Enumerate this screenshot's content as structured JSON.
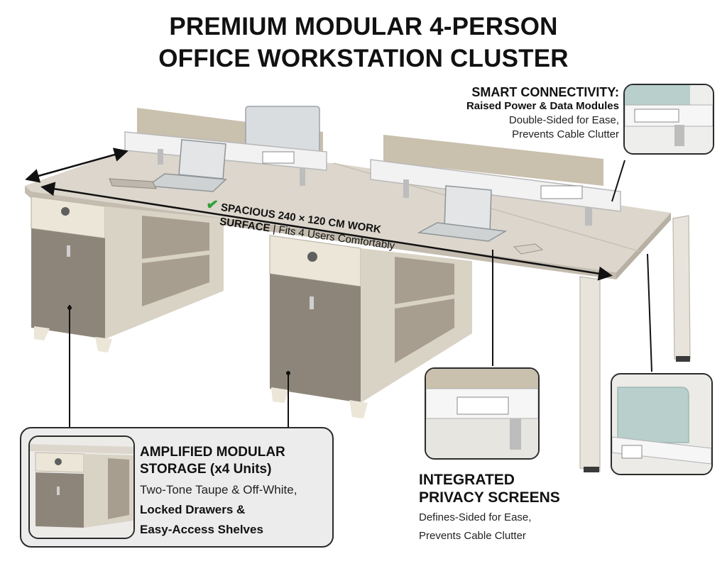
{
  "title": {
    "line1": "PREMIUM MODULAR 4-PERSON",
    "line2": "OFFICE WORKSTATION CLUSTER"
  },
  "smart_connectivity": {
    "heading": "SMART CONNECTIVITY:",
    "subheading": "Raised Power & Data Modules",
    "line1": "Double-Sided for Ease,",
    "line2": "Prevents Cable Clutter"
  },
  "work_surface": {
    "check_icon": "check-icon",
    "line1": "SPACIOUS 240 × 120 CM  WORK",
    "line2_bold": "SURFACE",
    "line2_rest": " | Fits 4 Users Comfortably"
  },
  "privacy_screens": {
    "heading1": "INTEGRATED",
    "heading2": "PRIVACY SCREENS",
    "line1": "Defines-Sided for Ease,",
    "line2": "Prevents Cable Clutter"
  },
  "storage": {
    "heading1": "AMPLIFIED MODULAR",
    "heading2": "STORAGE (x4 Units)",
    "line1": "Two-Tone Taupe & Off-White,",
    "line2": "Locked Drawers &",
    "line3": "Easy-Access Shelves"
  },
  "colors": {
    "desktop": "#dcd6cc",
    "taupe": "#8e857a",
    "offwhite": "#ebe6d8",
    "screen": "#c8bfac",
    "module": "#f2f2f2",
    "frosted": "#b8cfcc"
  }
}
